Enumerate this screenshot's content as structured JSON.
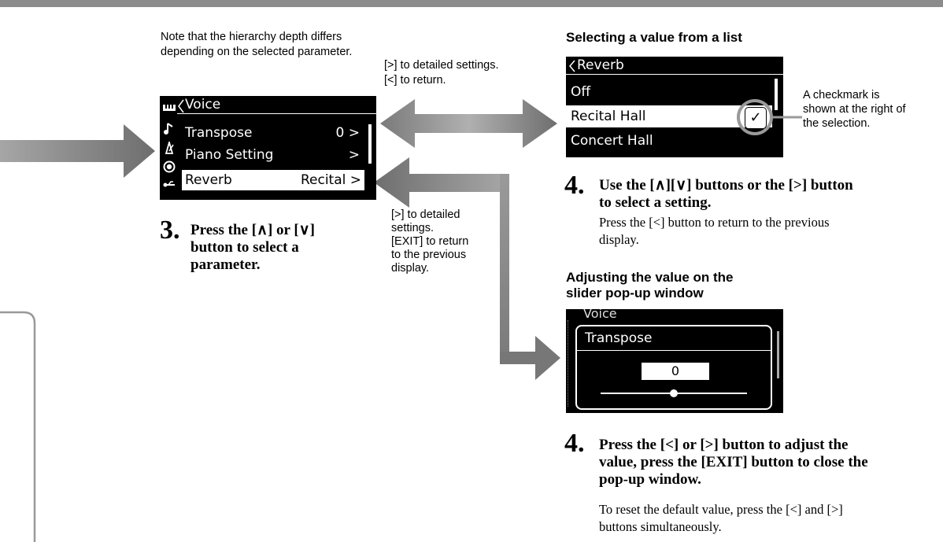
{
  "note_hierarchy": "Note that the hierarchy depth differs depending on the selected parameter.",
  "arrow_labels": {
    "top": [
      "[>] to detailed settings.",
      "[<] to return."
    ],
    "middle": [
      "[>] to detailed",
      "settings.",
      "[EXIT] to return",
      "to the previous",
      "display."
    ]
  },
  "voice_screen": {
    "title": "Voice",
    "icons": [
      "piano-icon",
      "note-icon",
      "metronome-icon",
      "record-icon",
      "usb-icon"
    ],
    "items": [
      {
        "label": "Transpose",
        "value": "0 >"
      },
      {
        "label": "Piano Setting",
        "value": ">"
      },
      {
        "label": "Reverb",
        "value": "Recital >",
        "selected": true
      }
    ]
  },
  "step3": {
    "number": "3.",
    "title_lines": [
      "Press the [∧] or [∨]",
      "button to select a",
      "parameter."
    ]
  },
  "list_section": {
    "heading": "Selecting a value from a list",
    "screen": {
      "title": "Reverb",
      "items": [
        {
          "label": "Off",
          "selected": false
        },
        {
          "label": "Recital Hall",
          "selected": true
        },
        {
          "label": "Concert Hall",
          "selected": false
        }
      ],
      "checkmark": "✓"
    },
    "callout": [
      "A checkmark is",
      "shown at the right of",
      "the selection."
    ],
    "step": {
      "number": "4.",
      "title_lines": [
        "Use the [∧][∨] buttons or the [>] button",
        "to select a setting."
      ],
      "desc_lines": [
        "Press the [<] button to return to the previous",
        "display."
      ]
    }
  },
  "slider_section": {
    "heading_lines": [
      "Adjusting the value on the",
      "slider pop-up window"
    ],
    "screen": {
      "background_title": "Voice",
      "popup_title": "Transpose",
      "value": "0"
    },
    "step": {
      "number": "4.",
      "title_lines": [
        "Press the [<] or [>] button to adjust the",
        "value, press the [EXIT] button to close the",
        "pop-up window."
      ],
      "desc_lines": [
        "To reset the default value, press the [<] and [>]",
        "buttons simultaneously."
      ]
    }
  }
}
